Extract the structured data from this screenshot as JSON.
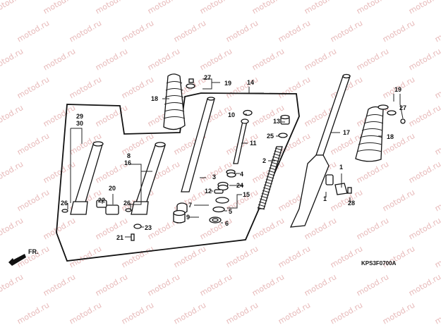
{
  "diagram": {
    "drawing_code": "KPS3F0700A",
    "direction_label": "FR.",
    "watermark": "motod.ru",
    "callouts": {
      "c1a": "1",
      "c1b": "1",
      "c2": "2",
      "c3": "3",
      "c4": "4",
      "c5": "5",
      "c6": "6",
      "c7": "7",
      "c8": "8",
      "c9": "9",
      "c10": "10",
      "c11": "11",
      "c12": "12",
      "c13": "13",
      "c14": "14",
      "c15": "15",
      "c16": "16",
      "c17": "17",
      "c18a": "18",
      "c18b": "18",
      "c19a": "19",
      "c19b": "19",
      "c20": "20",
      "c21": "21",
      "c22": "22",
      "c23": "23",
      "c24": "24",
      "c25": "25",
      "c26a": "26",
      "c26b": "26",
      "c27a": "27",
      "c27b": "27",
      "c28": "28",
      "c29": "29",
      "c30": "30"
    }
  }
}
